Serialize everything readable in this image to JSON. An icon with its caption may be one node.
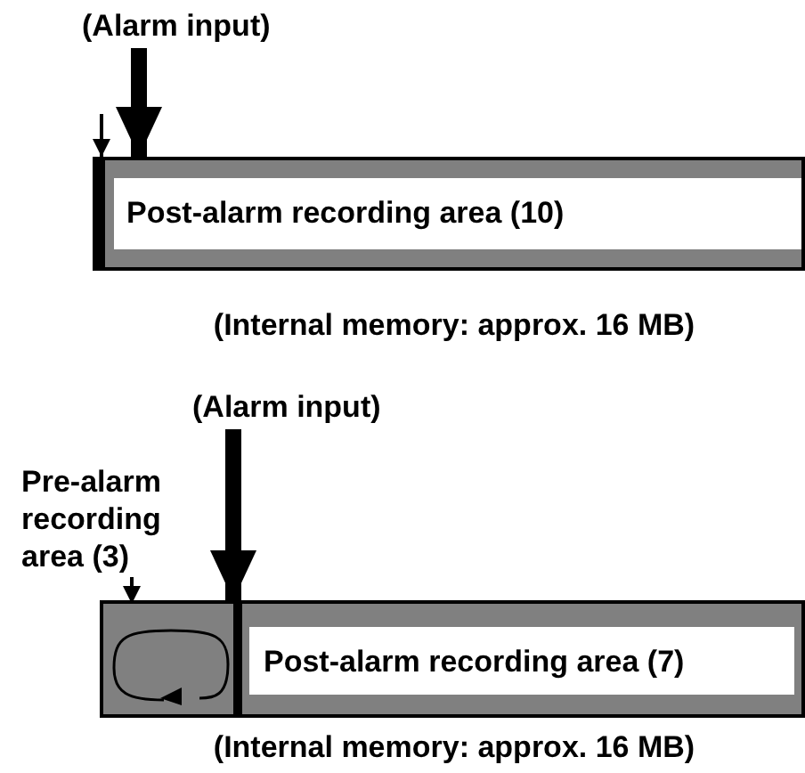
{
  "diagram": {
    "nodes": [
      {
        "text": [
          "(Alarm input)"
        ]
      },
      {
        "text": [],
        "shape": "bar",
        "beside": [
          "(Internal memory: approx. 16 MB)"
        ]
      },
      {
        "text": [
          "Post-alarm recording area (10)"
        ],
        "in": 1
      },
      {
        "text": [
          "(Alarm input)"
        ]
      },
      {
        "text": [
          "Pre-alarm recording area (3)"
        ]
      },
      {
        "text": [],
        "shape": "bar",
        "beside": [
          "(Internal memory: approx. 16 MB)"
        ]
      },
      {
        "text": [],
        "shape": "box",
        "in": 5
      },
      {
        "text": [
          "Post-alarm recording area (7)"
        ],
        "in": 5
      }
    ],
    "edges": [
      {
        "from": 0,
        "to": 1,
        "arrow": "to",
        "style": "thick"
      },
      {
        "from": null,
        "to": 1,
        "arrow": "to"
      },
      {
        "from": 3,
        "to": 5,
        "arrow": "to",
        "style": "thick"
      },
      {
        "from": 4,
        "to": 6,
        "arrow": "to"
      }
    ]
  }
}
